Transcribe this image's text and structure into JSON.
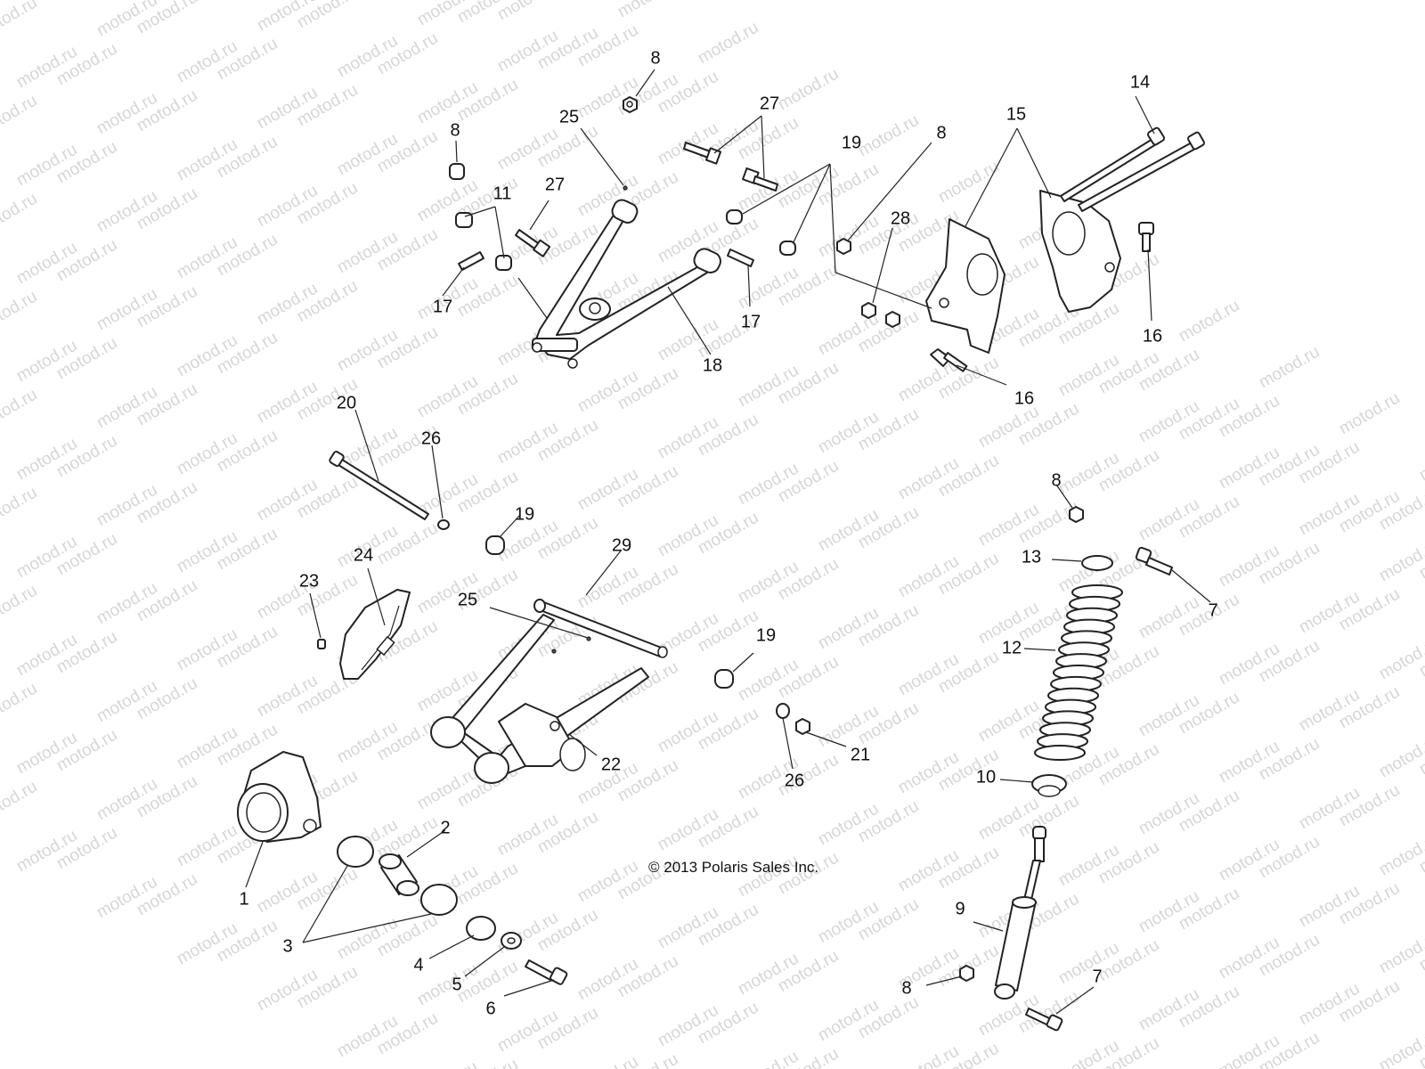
{
  "watermark_text": "motod.ru",
  "copyright": "© 2013 Polaris Sales Inc.",
  "callouts": [
    {
      "id": "c8a",
      "label": "8"
    },
    {
      "id": "c8b",
      "label": "8"
    },
    {
      "id": "c25a",
      "label": "25"
    },
    {
      "id": "c27a",
      "label": "27"
    },
    {
      "id": "c19a",
      "label": "19"
    },
    {
      "id": "c8c",
      "label": "8"
    },
    {
      "id": "c14",
      "label": "14"
    },
    {
      "id": "c15",
      "label": "15"
    },
    {
      "id": "c11",
      "label": "11"
    },
    {
      "id": "c27b",
      "label": "27"
    },
    {
      "id": "c28",
      "label": "28"
    },
    {
      "id": "c17a",
      "label": "17"
    },
    {
      "id": "c17b",
      "label": "17"
    },
    {
      "id": "c18",
      "label": "18"
    },
    {
      "id": "c16a",
      "label": "16"
    },
    {
      "id": "c16b",
      "label": "16"
    },
    {
      "id": "c20",
      "label": "20"
    },
    {
      "id": "c26a",
      "label": "26"
    },
    {
      "id": "c8d",
      "label": "8"
    },
    {
      "id": "c19b",
      "label": "19"
    },
    {
      "id": "c29",
      "label": "29"
    },
    {
      "id": "c13",
      "label": "13"
    },
    {
      "id": "c7a",
      "label": "7"
    },
    {
      "id": "c24",
      "label": "24"
    },
    {
      "id": "c23",
      "label": "23"
    },
    {
      "id": "c25b",
      "label": "25"
    },
    {
      "id": "c12",
      "label": "12"
    },
    {
      "id": "c19c",
      "label": "19"
    },
    {
      "id": "c22",
      "label": "22"
    },
    {
      "id": "c21",
      "label": "21"
    },
    {
      "id": "c26b",
      "label": "26"
    },
    {
      "id": "c10",
      "label": "10"
    },
    {
      "id": "c2",
      "label": "2"
    },
    {
      "id": "c1",
      "label": "1"
    },
    {
      "id": "c3",
      "label": "3"
    },
    {
      "id": "c9",
      "label": "9"
    },
    {
      "id": "c4",
      "label": "4"
    },
    {
      "id": "c5",
      "label": "5"
    },
    {
      "id": "c6",
      "label": "6"
    },
    {
      "id": "c8e",
      "label": "8"
    },
    {
      "id": "c7b",
      "label": "7"
    }
  ]
}
